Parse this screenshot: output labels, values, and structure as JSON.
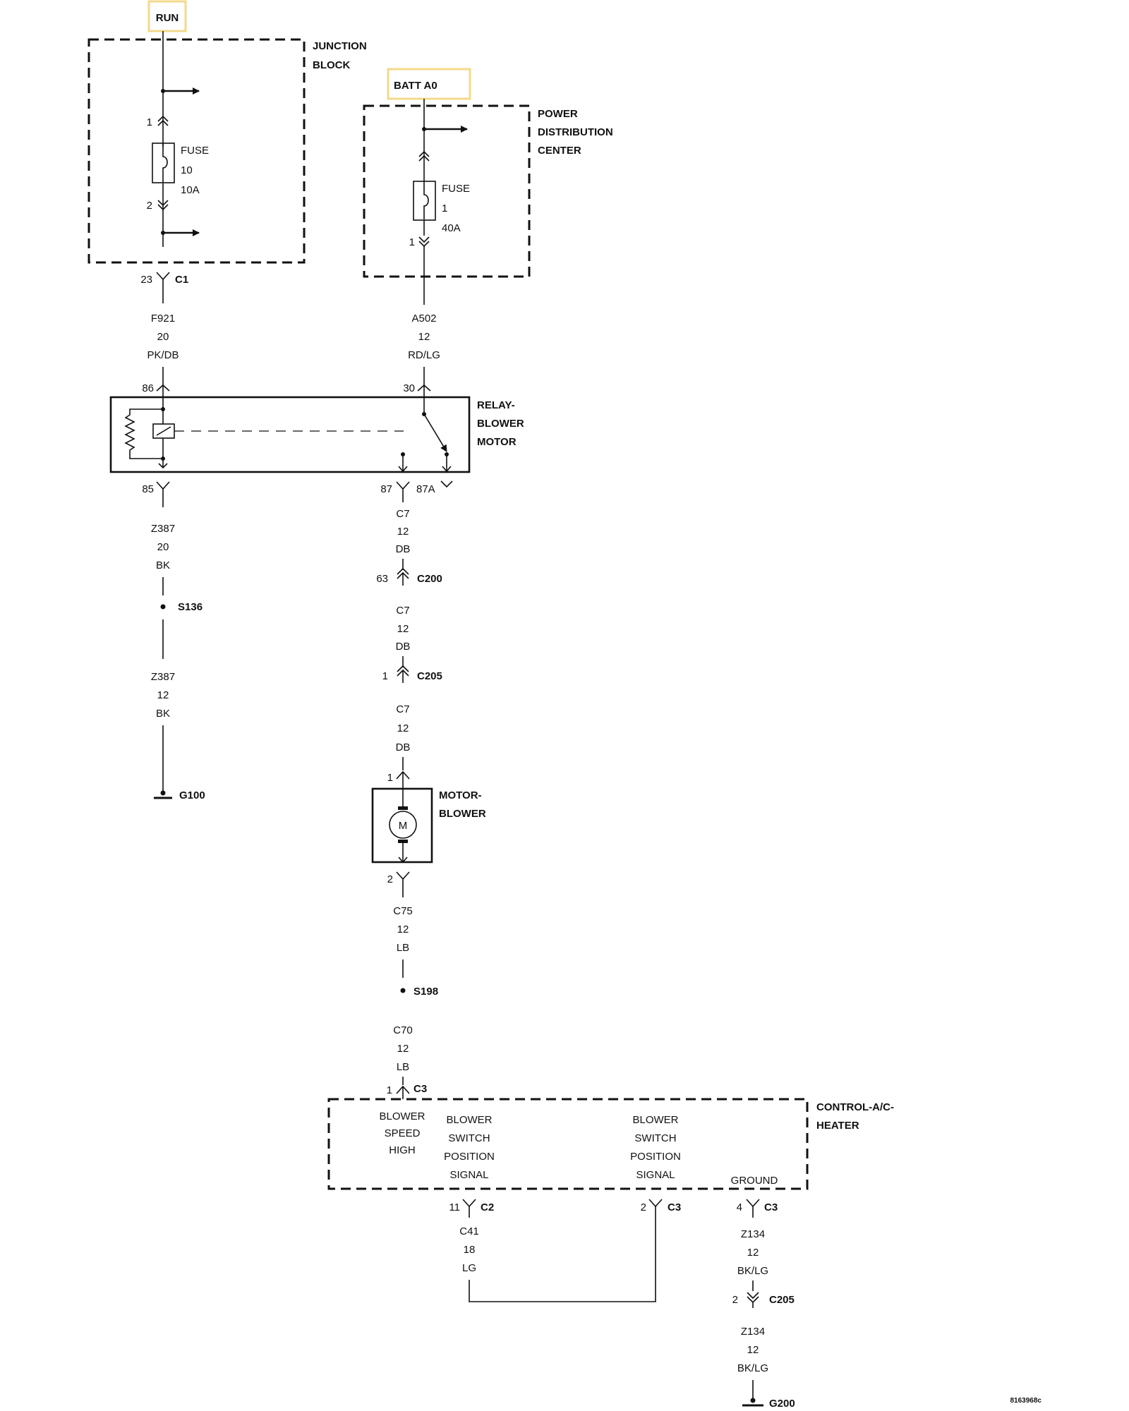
{
  "sources": {
    "run": "RUN",
    "batt": "BATT A0"
  },
  "junction_block": {
    "name_line1": "JUNCTION",
    "name_line2": "BLOCK",
    "fuse_label": "FUSE",
    "fuse_number": "10",
    "fuse_rating": "10A",
    "pin_in": "1",
    "pin_out": "2"
  },
  "pdc": {
    "name_line1": "POWER",
    "name_line2": "DISTRIBUTION",
    "name_line3": "CENTER",
    "fuse_label": "FUSE",
    "fuse_number": "1",
    "fuse_rating": "40A",
    "pin_out": "1"
  },
  "connectors": {
    "c1_pin": "23",
    "c1": "C1",
    "relay_86": "86",
    "relay_30": "30",
    "relay_85": "85",
    "relay_87": "87",
    "relay_87a": "87A",
    "c200_pin": "63",
    "c200": "C200",
    "c205_pin": "1",
    "c205": "C205",
    "motor_pin1": "1",
    "motor_pin2": "2",
    "c3_top_pin": "1",
    "c3_top": "C3",
    "c2_pin": "11",
    "c2": "C2",
    "c3_mid_pin": "2",
    "c3_mid": "C3",
    "c3_gnd_pin": "4",
    "c3_gnd": "C3",
    "c205_b_pin": "2",
    "c205_b": "C205"
  },
  "wires": {
    "f921": [
      "F921",
      "20",
      "PK/DB"
    ],
    "a502": [
      "A502",
      "12",
      "RD/LG"
    ],
    "z387_a": [
      "Z387",
      "20",
      "BK"
    ],
    "z387_b": [
      "Z387",
      "12",
      "BK"
    ],
    "c7_a": [
      "C7",
      "12",
      "DB"
    ],
    "c7_b": [
      "C7",
      "12",
      "DB"
    ],
    "c7_c": [
      "C7",
      "12",
      "DB"
    ],
    "c75": [
      "C75",
      "12",
      "LB"
    ],
    "c70": [
      "C70",
      "12",
      "LB"
    ],
    "c41": [
      "C41",
      "18",
      "LG"
    ],
    "z134_a": [
      "Z134",
      "12",
      "BK/LG"
    ],
    "z134_b": [
      "Z134",
      "12",
      "BK/LG"
    ]
  },
  "splices": {
    "s136": "S136",
    "s198": "S198"
  },
  "grounds": {
    "g100": "G100",
    "g200": "G200"
  },
  "relay": {
    "name_line1": "RELAY-",
    "name_line2": "BLOWER",
    "name_line3": "MOTOR"
  },
  "motor": {
    "name_line1": "MOTOR-",
    "name_line2": "BLOWER",
    "symbol": "M"
  },
  "control": {
    "name_line1": "CONTROL-A/C-",
    "name_line2": "HEATER",
    "func1": [
      "BLOWER",
      "SPEED",
      "HIGH"
    ],
    "func2": [
      "BLOWER",
      "SWITCH",
      "POSITION",
      "SIGNAL"
    ],
    "func3": [
      "BLOWER",
      "SWITCH",
      "POSITION",
      "SIGNAL"
    ],
    "func4": "GROUND"
  },
  "figure_id": "8163968c"
}
